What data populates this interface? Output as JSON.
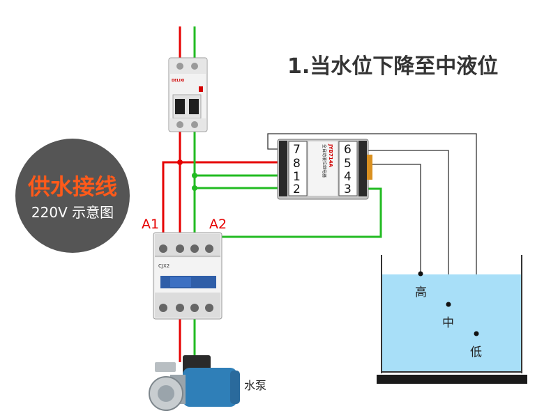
{
  "title": "1.当水位下降至中液位",
  "badge": {
    "title": "供水接线",
    "subtitle": "220V  示意图"
  },
  "breaker": {
    "brand": "DELIXI"
  },
  "contactor": {
    "label_a1": "A1",
    "label_a2": "A2",
    "model": "CJX2"
  },
  "relay": {
    "model": "JYB714A",
    "name": "全自动液位继电器",
    "terminals_left": [
      "7",
      "8",
      "1",
      "2"
    ],
    "terminals_right": [
      "6",
      "5",
      "4",
      "3"
    ]
  },
  "tank": {
    "levels": {
      "high": "高",
      "mid": "中",
      "low": "低"
    }
  },
  "pump": {
    "label": "水泵"
  },
  "colors": {
    "live_wire": "#e60000",
    "neutral_wire": "#22bb22",
    "probe_wire": "#333333",
    "water": "#a8dff8",
    "badge_bg": "#555555",
    "badge_title": "#ff5a1a"
  }
}
